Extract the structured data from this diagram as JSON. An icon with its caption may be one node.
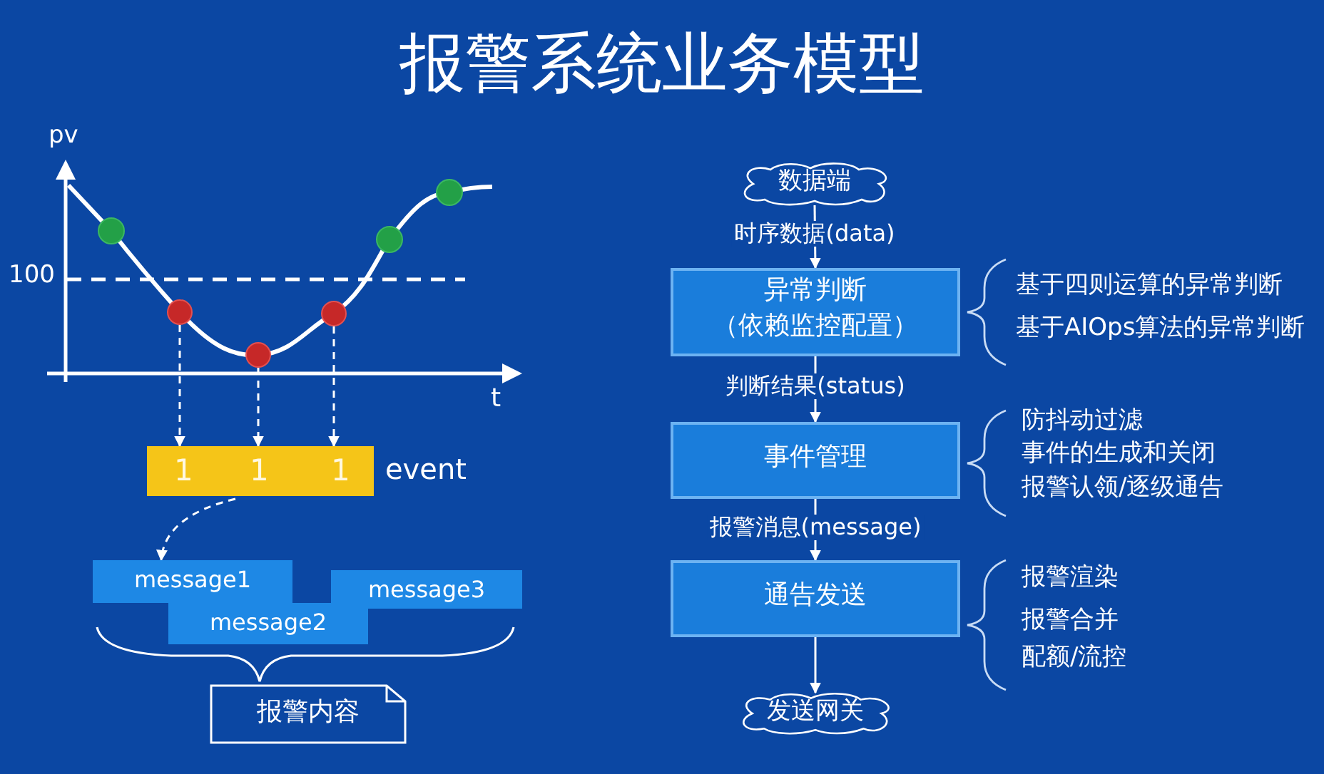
{
  "diagram": {
    "title": "报警系统业务模型",
    "nodes": [
      {
        "text": [],
        "shape": "circle"
      },
      {
        "text": [],
        "shape": "circle"
      },
      {
        "text": [],
        "shape": "circle"
      },
      {
        "text": [
          "1",
          "1",
          "1"
        ],
        "beside": [
          "event"
        ]
      },
      {
        "text": [
          "message1"
        ]
      },
      {
        "text": [
          "message2"
        ]
      },
      {
        "text": [
          "message3"
        ]
      },
      {
        "text": [
          "报警内容"
        ]
      },
      {
        "text": [
          "数据端"
        ]
      },
      {
        "text": [
          "异常判断",
          "（依赖监控配置）"
        ],
        "beside": [
          "基于四则运算的异常判断",
          "基于AIOps算法的异常判断"
        ]
      },
      {
        "text": [
          "事件管理"
        ],
        "beside": [
          "防抖动过滤",
          "事件的生成和关闭",
          "报警认领/逐级通告"
        ]
      },
      {
        "text": [
          "通告发送"
        ],
        "beside": [
          "报警渲染",
          "报警合并",
          "配额/流控"
        ]
      },
      {
        "text": [
          "发送网关"
        ]
      }
    ],
    "edges": [
      {
        "from": 0,
        "to": 3,
        "arrow": "to",
        "style": "dashed"
      },
      {
        "from": 1,
        "to": 3,
        "arrow": "to",
        "style": "dashed"
      },
      {
        "from": 2,
        "to": 3,
        "arrow": "to",
        "style": "dashed"
      },
      {
        "from": 3,
        "to": 4,
        "arrow": "to",
        "style": "dashed"
      },
      {
        "from": 8,
        "to": 9,
        "arrow": "to",
        "label": "时序数据(data)"
      },
      {
        "from": 9,
        "to": 10,
        "arrow": "to",
        "label": "判断结果(status)"
      },
      {
        "from": 10,
        "to": 11,
        "arrow": "to",
        "label": "报警消息(message)"
      },
      {
        "from": 11,
        "to": 12,
        "arrow": "to"
      }
    ],
    "labels": [
      "pv",
      "100",
      "t"
    ]
  }
}
